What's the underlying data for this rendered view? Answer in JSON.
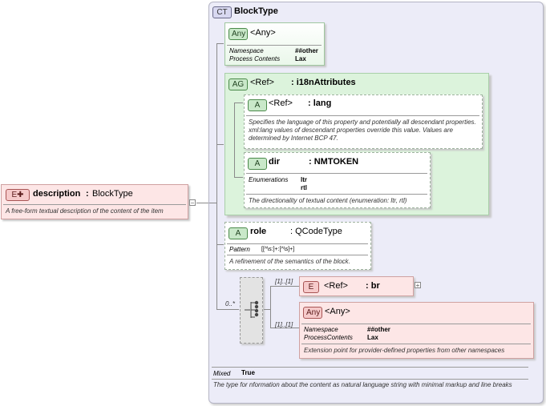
{
  "root": {
    "badge": "E",
    "name": "description",
    "colon": ":",
    "type": "BlockType",
    "doc": "A free-form textual description of the content of the item"
  },
  "complex_type": {
    "badge": "CT",
    "name": "BlockType",
    "mixed_label": "Mixed",
    "mixed_value": "True",
    "doc": "The type for nformation about the content as natural language string with minimal markup and line breaks"
  },
  "any_attr": {
    "badge": "Any",
    "name": "<Any>",
    "ns_label": "Namespace",
    "ns_value": "##other",
    "pc_label": "Process Contents",
    "pc_value": "Lax"
  },
  "attr_group": {
    "badge": "AG",
    "ref": "<Ref>",
    "type": ": i18nAttributes",
    "lang": {
      "badge": "A",
      "ref": "<Ref>",
      "type": ": lang",
      "doc": "Specifies the language of this property and potentially all descendant properties. xml:lang values of descendant properties override this value. Values are determined by Internet BCP 47."
    },
    "dir": {
      "badge": "A",
      "name": "dir",
      "type": ": NMTOKEN",
      "enum_label": "Enumerations",
      "enum_values": [
        "ltr",
        "rtl"
      ],
      "doc": "The directionality of textual content (enumeration: ltr, rtl)"
    }
  },
  "role": {
    "badge": "A",
    "name": "role",
    "type": ": QCodeType",
    "pattern_label": "Pattern",
    "pattern_value": "[[^\\s:]+:[^\\s]+]",
    "doc": "A refinement of the semantics of the block."
  },
  "sequence": {
    "occurs": "0..*",
    "br": {
      "occurs": "[1]..[1]",
      "badge": "E",
      "ref": "<Ref>",
      "type": ": br",
      "expand": "+"
    },
    "any": {
      "occurs": "[1]..[1]",
      "badge": "Any",
      "name": "<Any>",
      "ns_label": "Namespace",
      "ns_value": "##other",
      "pc_label": "ProcessContents",
      "pc_value": "Lax",
      "doc": "Extension point for provider-defined properties from other namespaces"
    }
  },
  "colors": {
    "complex_bg": "#ececf8",
    "attr_green": "#dcf3dc",
    "element_red": "#fde6e6"
  }
}
